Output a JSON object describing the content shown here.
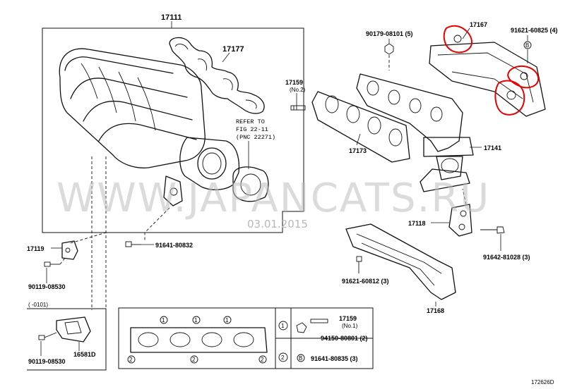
{
  "diagram": {
    "labels": {
      "intake_manifold": "17111",
      "intake_gasket": "17177",
      "refer_line1": "REFER TO",
      "refer_line2": "FIG 22-11",
      "refer_line3": "(PNC 22271)",
      "stud_17159_top": "17159",
      "stud_17159_top_note": "(No.2)",
      "exhaust_gasket": "17173",
      "bolt_90179": "90179-08101 (5)",
      "heat_insulator": "17167",
      "bolt_91621_top": "91621-60825 (4)",
      "exhaust_manifold": "17141",
      "bracket_17118": "17118",
      "bolt_91642": "91642-81028 (3)",
      "bolt_91621_mid": "91621-60812 (3)",
      "insulator_17168": "17168",
      "bracket_17119": "17119",
      "bolt_91641": "91641-80832",
      "bolt_90119_a": "90119-08530",
      "date_range": "(    -0101)",
      "bracket_16581D": "16581D",
      "bolt_90119_b": "90119-08530",
      "legend_stud": "17159",
      "legend_stud_note": "(No.1)",
      "legend_nut": "94150-80801 (2)",
      "legend_bolt": "91641-80835 (3)",
      "legend_mark_1": "1",
      "legend_mark_2": "2",
      "legend_mark_b": "B",
      "bolt_mark_b": "B",
      "figure_code": "172626D"
    },
    "watermark": {
      "text": "WWW.JAPANCATS.RU",
      "date": "03.01.2015"
    },
    "colors": {
      "highlight": "#e60000",
      "line": "#111111",
      "watermark": "#bdbdbd"
    }
  }
}
